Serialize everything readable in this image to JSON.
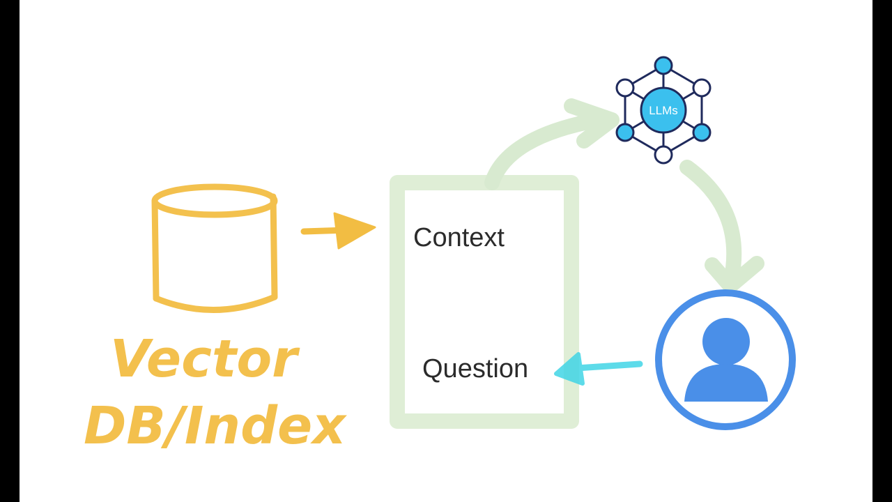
{
  "diagram": {
    "db_label": {
      "line1": "Vector",
      "line2": "DB/Index"
    },
    "prompt_box": {
      "context_label": "Context",
      "question_label": "Question"
    },
    "llm_node": {
      "label": "LLMs"
    },
    "user_node": {
      "label": ""
    }
  },
  "colors": {
    "db_yellow": "#f1b62f",
    "box_green": "#dfeed6",
    "arrow_green": "#d8ead0",
    "arrow_cyan": "#41d5e6",
    "llm_navy": "#1f2a5c",
    "llm_cyan": "#3bc0ee",
    "user_blue": "#4a8fe8",
    "text_dark": "#2b2b2b"
  },
  "icons": [
    "database-cylinder-icon",
    "llm-network-icon",
    "user-avatar-icon"
  ]
}
